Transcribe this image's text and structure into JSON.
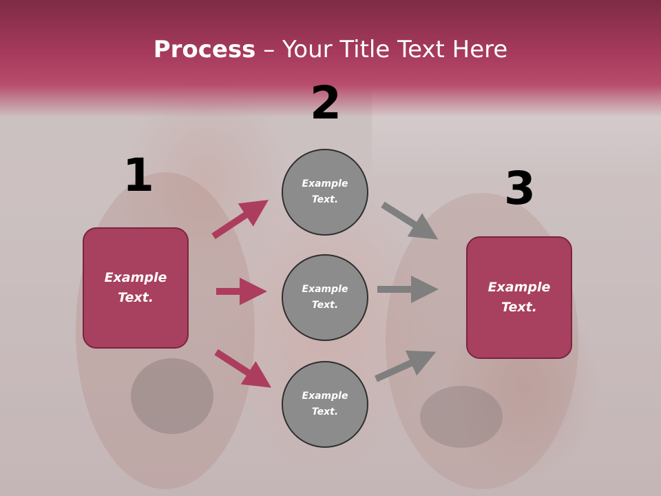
{
  "title": {
    "bold": "Process",
    "rest": " – Your Title Text Here"
  },
  "steps": {
    "n1": "1",
    "n2": "2",
    "n3": "3"
  },
  "boxes": {
    "left": "Example Text.",
    "right": "Example Text."
  },
  "circles": [
    {
      "text": "Example Text."
    },
    {
      "text": "Example Text."
    },
    {
      "text": "Example Text."
    }
  ],
  "colors": {
    "accent": "#a8405f",
    "accent_dark": "#7a2440",
    "circle_fill": "#8c8c8c",
    "gray_arrow": "#7f7f7f",
    "red_arrow": "#ad3d5e"
  }
}
